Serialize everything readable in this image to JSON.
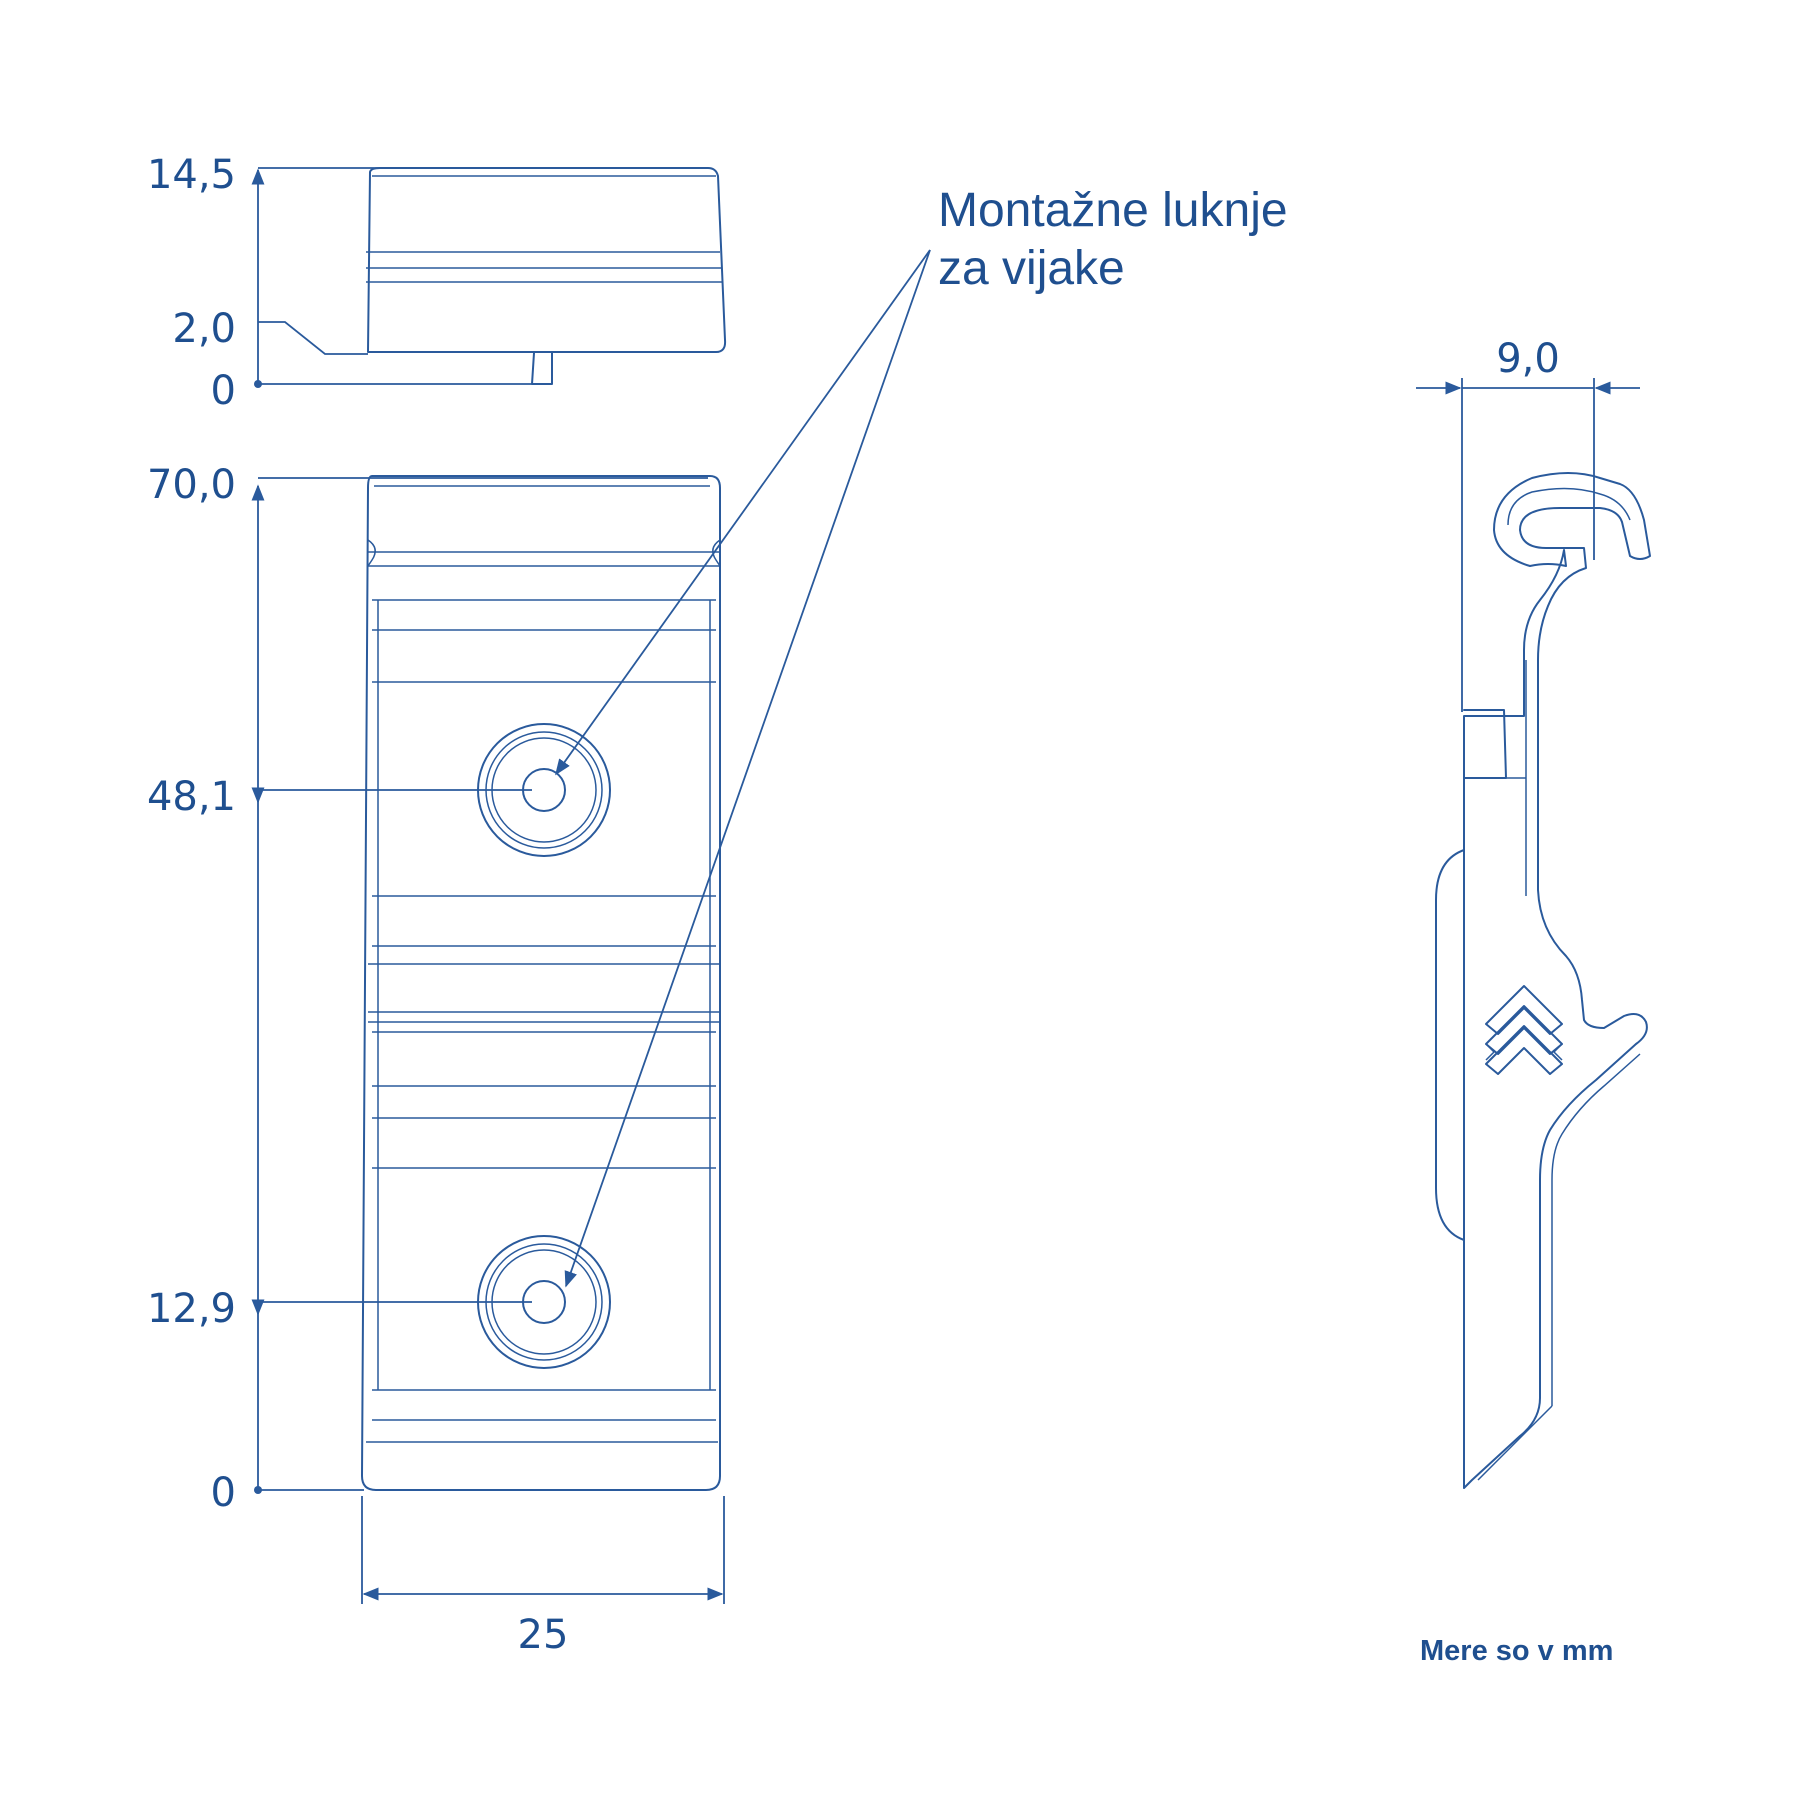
{
  "top_view": {
    "dim_top": "14,5",
    "dim_mid": "2,0",
    "dim_zero": "0"
  },
  "front_view": {
    "dim_total": "70,0",
    "dim_hole_upper": "48,1",
    "dim_hole_lower": "12,9",
    "dim_zero": "0",
    "dim_width": "25"
  },
  "side_view": {
    "dim_depth": "9,0"
  },
  "callout": {
    "line1": "Montažne luknje",
    "line2": "za vijake"
  },
  "note": "Mere so v mm",
  "colors": {
    "line": "#2a5a9c",
    "text": "#1f4f8f"
  }
}
